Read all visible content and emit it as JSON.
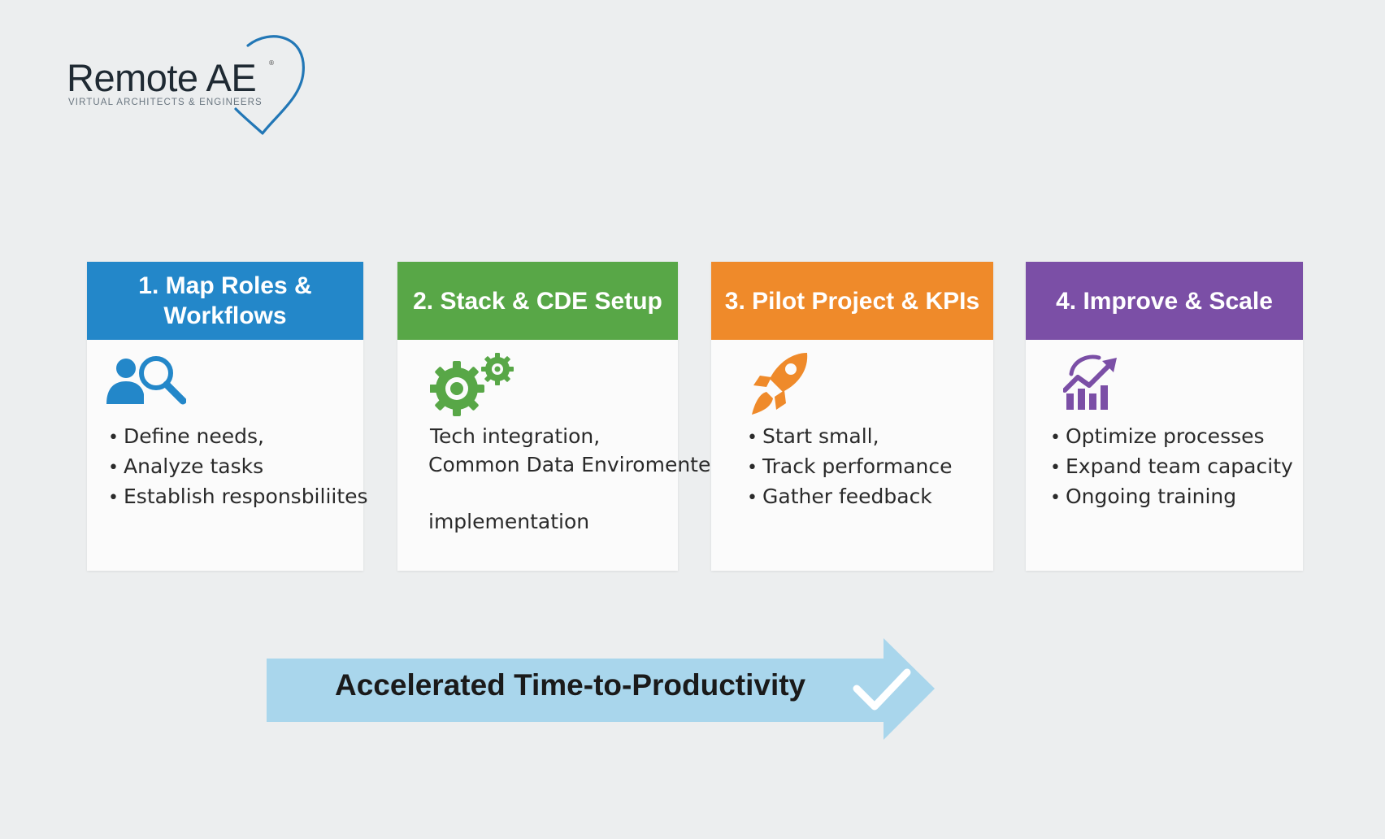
{
  "logo": {
    "wordmark": "Remote AE",
    "registered": "®",
    "tagline": "VIRTUAL ARCHITECTS & ENGINEERS"
  },
  "steps": [
    {
      "title_line1": "1. Map Roles &",
      "title_line2": "Workflows",
      "color": "#2387c9",
      "icon": "user-search-icon",
      "items": [
        "Define needs,",
        "Analyze tasks",
        "Establish responsbiliites"
      ]
    },
    {
      "title": "2. Stack & CDE Setup",
      "color": "#58a747",
      "icon": "gears-icon",
      "text_line1": "Tech integration,",
      "text_line2": "Common Data Enviromente",
      "text_line3": "implementation"
    },
    {
      "title": "3. Pilot Project & KPIs",
      "color": "#ef8a2a",
      "icon": "rocket-icon",
      "items": [
        "Start small,",
        "Track performance",
        "Gather feedback"
      ]
    },
    {
      "title": "4. Improve & Scale",
      "color": "#7b4fa6",
      "icon": "growth-chart-icon",
      "items": [
        "Optimize processes",
        "Expand team capacity",
        "Ongoing training"
      ]
    }
  ],
  "banner": {
    "label": "Accelerated Time-to-Productivity",
    "icon": "checkmark-icon",
    "color": "#a9d6ec"
  }
}
